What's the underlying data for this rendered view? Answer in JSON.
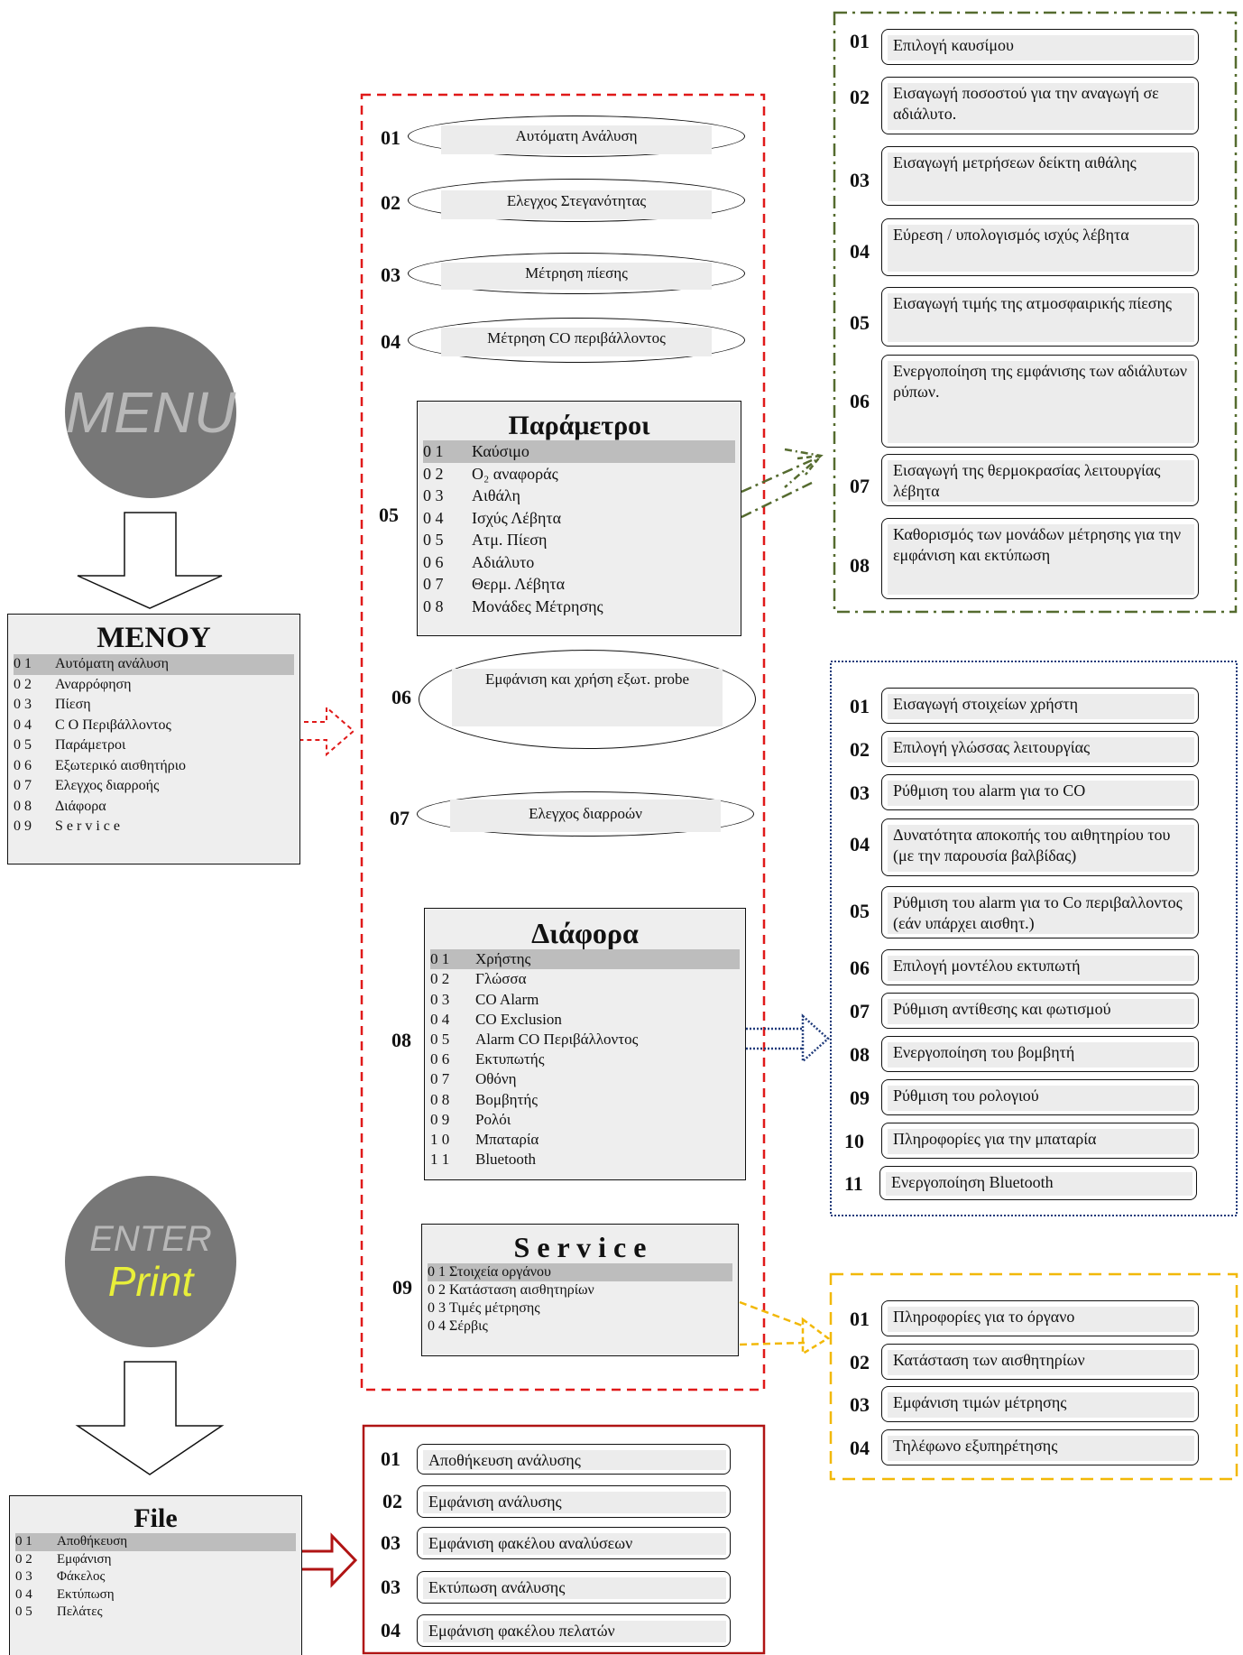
{
  "buttons": {
    "menu": {
      "label": "MENU"
    },
    "enter": {
      "line1": "ENTER",
      "line2": "Print"
    }
  },
  "main_menu": {
    "title": "MENOY",
    "items": [
      {
        "no": "0 1",
        "label": "Αυτόματη ανάλυση"
      },
      {
        "no": "0 2",
        "label": "Αναρρόφηση"
      },
      {
        "no": "0 3",
        "label": "Πίεση"
      },
      {
        "no": "0 4",
        "label": "C O  Περιβάλλοντος"
      },
      {
        "no": "0 5",
        "label": "Παράμετροι"
      },
      {
        "no": "0 6",
        "label": "Εξωτερικό αισθητήριο"
      },
      {
        "no": "0 7",
        "label": "Ελεγχος διαρροής"
      },
      {
        "no": "0 8",
        "label": "Διάφορα"
      },
      {
        "no": "0 9",
        "label": "S e r v i c e"
      }
    ]
  },
  "file_menu": {
    "title": "File",
    "items": [
      {
        "no": "0 1",
        "label": "Αποθήκευση"
      },
      {
        "no": "0 2",
        "label": "Εμφάνιση"
      },
      {
        "no": "0 3",
        "label": "Φάκελος"
      },
      {
        "no": "0 4",
        "label": "Εκτύπωση"
      },
      {
        "no": "0 5",
        "label": "Πελάτες"
      }
    ]
  },
  "center": {
    "options": [
      {
        "num": "01",
        "label": "Αυτόματη Ανάλυση"
      },
      {
        "num": "02",
        "label": "Ελεγχος Στεγανότητας"
      },
      {
        "num": "03",
        "label": "Μέτρηση πίεσης"
      },
      {
        "num": "04",
        "label": "Μέτρηση CO περιβάλλοντος"
      },
      {
        "num": "06",
        "label": "Εμφάνιση και χρήση εξωτ. probe"
      },
      {
        "num": "07",
        "label": "Ελεγχος διαρροών"
      }
    ],
    "parametroi": {
      "num": "05",
      "title": "Παράμετροι",
      "items": [
        {
          "no": "0 1",
          "label": "Καύσιμο"
        },
        {
          "no": "0 2",
          "label": "O₂ αναφοράς"
        },
        {
          "no": "0 3",
          "label": "Αιθάλη"
        },
        {
          "no": "0 4",
          "label": "Ισχύς Λέβητα"
        },
        {
          "no": "0 5",
          "label": "Ατμ. Πίεση"
        },
        {
          "no": "0 6",
          "label": "Αδιάλυτο"
        },
        {
          "no": "0 7",
          "label": "Θερμ. Λέβητα"
        },
        {
          "no": "0 8",
          "label": "Μονάδες Μέτρησης"
        }
      ]
    },
    "diafora": {
      "num": "08",
      "title": "Διάφορα",
      "items": [
        {
          "no": "0 1",
          "label": "Χρήστης"
        },
        {
          "no": "0 2",
          "label": "Γλώσσα"
        },
        {
          "no": "0 3",
          "label": "CO Alarm"
        },
        {
          "no": "0 4",
          "label": "CO Exclusion"
        },
        {
          "no": "0 5",
          "label": "Alarm CO  Περιβάλλοντος"
        },
        {
          "no": "0 6",
          "label": "Εκτυπωτής"
        },
        {
          "no": "0 7",
          "label": "Οθόνη"
        },
        {
          "no": "0 8",
          "label": "Βομβητής"
        },
        {
          "no": "0 9",
          "label": "Ρολόι"
        },
        {
          "no": "1 0",
          "label": "Μπαταρία"
        },
        {
          "no": "1 1",
          "label": "Bluetooth"
        }
      ]
    },
    "service": {
      "num": "09",
      "title": "S e r v i c e",
      "items": [
        {
          "no": "0 1",
          "label": "Στοιχεία οργάνου"
        },
        {
          "no": "0 2",
          "label": "Κατάσταση αισθητηρίων"
        },
        {
          "no": "0 3",
          "label": "Τιμές μέτρησης"
        },
        {
          "no": "0 4",
          "label": "Σέρβις"
        }
      ]
    }
  },
  "param_details": [
    {
      "num": "01",
      "label": "Επιλογή καυσίμου"
    },
    {
      "num": "02",
      "label": "Εισαγωγή ποσοστού για την αναγωγή σε αδιάλυτο."
    },
    {
      "num": "03",
      "label": "Εισαγωγή μετρήσεων δείκτη αιθάλης"
    },
    {
      "num": "04",
      "label": "Εύρεση / υπολογισμός ισχύς λέβητα"
    },
    {
      "num": "05",
      "label": "Εισαγωγή τιμής της ατμοσφαιρικής πίεσης"
    },
    {
      "num": "06",
      "label": "Ενεργοποίηση της εμφάνισης των αδιάλυτων ρύπων."
    },
    {
      "num": "07",
      "label": "Εισαγωγή της θερμοκρασίας λειτουργίας λέβητα"
    },
    {
      "num": "08",
      "label": "Καθορισμός των μονάδων μέτρησης για την εμφάνιση και εκτύπωση"
    }
  ],
  "diafora_details": [
    {
      "num": "01",
      "label": "Εισαγωγή στοιχείων χρήστη"
    },
    {
      "num": "02",
      "label": "Επιλογή γλώσσας λειτουργίας"
    },
    {
      "num": "03",
      "label": "Ρύθμιση του alarm για το CO"
    },
    {
      "num": "04",
      "label": "Δυνατότητα αποκοπής του αιθητηρίου του (με την παρουσία βαλβίδας)"
    },
    {
      "num": "05",
      "label": "Ρύθμιση του alarm για το Co περιβαλλοντος (εάν υπάρχει αισθητ.)"
    },
    {
      "num": "06",
      "label": "Επιλογή μοντέλου εκτυπωτή"
    },
    {
      "num": "07",
      "label": "Ρύθμιση αντίθεσης και φωτισμού"
    },
    {
      "num": "08",
      "label": "Ενεργοποίηση του βομβητή"
    },
    {
      "num": "09",
      "label": "Ρύθμιση του ρολογιού"
    },
    {
      "num": "10",
      "label": "Πληροφορίες για την μπαταρία"
    },
    {
      "num": "11",
      "label": "Ενεργοποίηση Bluetooth"
    }
  ],
  "service_details": [
    {
      "num": "01",
      "label": "Πληροφορίες για το όργανο"
    },
    {
      "num": "02",
      "label": "Κατάσταση των αισθητηρίων"
    },
    {
      "num": "03",
      "label": "Εμφάνιση τιμών μέτρησης"
    },
    {
      "num": "04",
      "label": "Τηλέφωνο εξυπηρέτησης"
    }
  ],
  "file_details": [
    {
      "num": "01",
      "label": "Αποθήκευση ανάλυσης"
    },
    {
      "num": "02",
      "label": "Εμφάνιση ανάλυσης"
    },
    {
      "num": "03",
      "label": "Εμφάνιση φακέλου αναλύσεων"
    },
    {
      "num": "03",
      "label": "Εκτύπωση ανάλυσης"
    },
    {
      "num": "04",
      "label": "Εμφάνιση φακέλου πελατών"
    }
  ],
  "colors": {
    "center_frame": "#e01919",
    "param_frame": "#556b2f",
    "diafora_frame": "#1f3a7a",
    "service_frame": "#f2b807",
    "file_frame": "#b01414",
    "button_gray": "#777777",
    "enter_yellow": "#e8ef3a"
  }
}
